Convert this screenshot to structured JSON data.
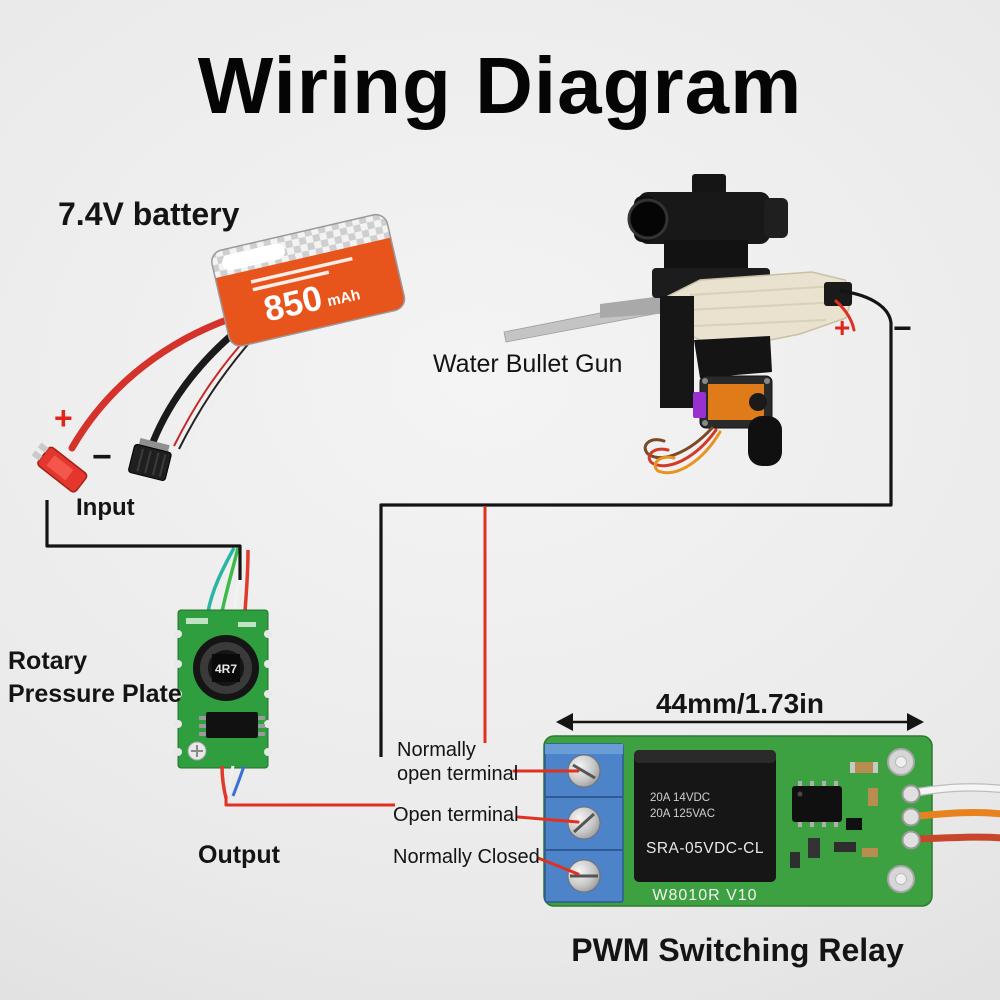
{
  "title": "Wiring Diagram",
  "colors": {
    "background": "#eaeaea",
    "wire_red": "#e0301f",
    "wire_black": "#141414",
    "module_pcb_green": "#2f9e3f",
    "relay_pcb_green": "#3da142",
    "battery_orange": "#e8551c",
    "terminal_block_blue": "#4d83c8",
    "gun_body_beige": "#e8e2ce"
  },
  "battery": {
    "label": "7.4V battery",
    "capacity": "850",
    "capacity_unit": "mAh",
    "plus": "+",
    "minus": "−"
  },
  "gun": {
    "label": "Water Bullet Gun",
    "plus": "+",
    "minus": "−"
  },
  "wiring": {
    "input": "Input",
    "output": "Output"
  },
  "module": {
    "label_line1": "Rotary",
    "label_line2": "Pressure Plate",
    "inductor": "4R7"
  },
  "relay": {
    "name": "PWM Switching Relay",
    "dimension": "44mm/1.73in",
    "terminals": {
      "no_line1": "Normally",
      "no_line2": "open terminal",
      "open": "Open terminal",
      "nc": "Normally Closed"
    },
    "markings": {
      "rating1": "20A 14VDC",
      "rating2": "20A 125VAC",
      "model": "SRA-05VDC-CL",
      "silkscreen": "W8010R  V10"
    }
  }
}
